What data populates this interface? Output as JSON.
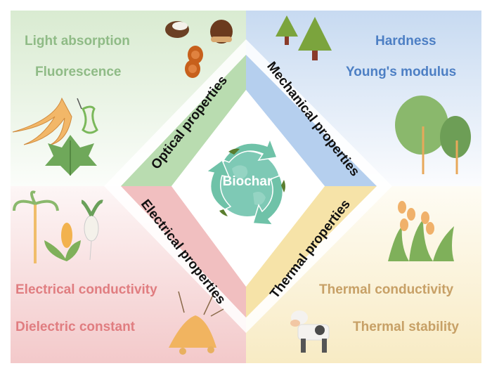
{
  "center": {
    "label": "Biochar"
  },
  "quadrants": {
    "optical": {
      "title": "Optical properties",
      "items": [
        "Light absorption",
        "Fluorescence"
      ],
      "color": "#8fbb86"
    },
    "mechanical": {
      "title": "Mechanical properties",
      "items": [
        "Hardness",
        "Young's modulus"
      ],
      "color": "#4d7fc4"
    },
    "electrical": {
      "title": "Electrical properties",
      "items": [
        "Electrical conductivity",
        "Dielectric constant"
      ],
      "color": "#e07d80"
    },
    "thermal": {
      "title": "Thermal properties",
      "items": [
        "Thermal conductivity",
        "Thermal stability"
      ],
      "color": "#c7a066"
    }
  }
}
